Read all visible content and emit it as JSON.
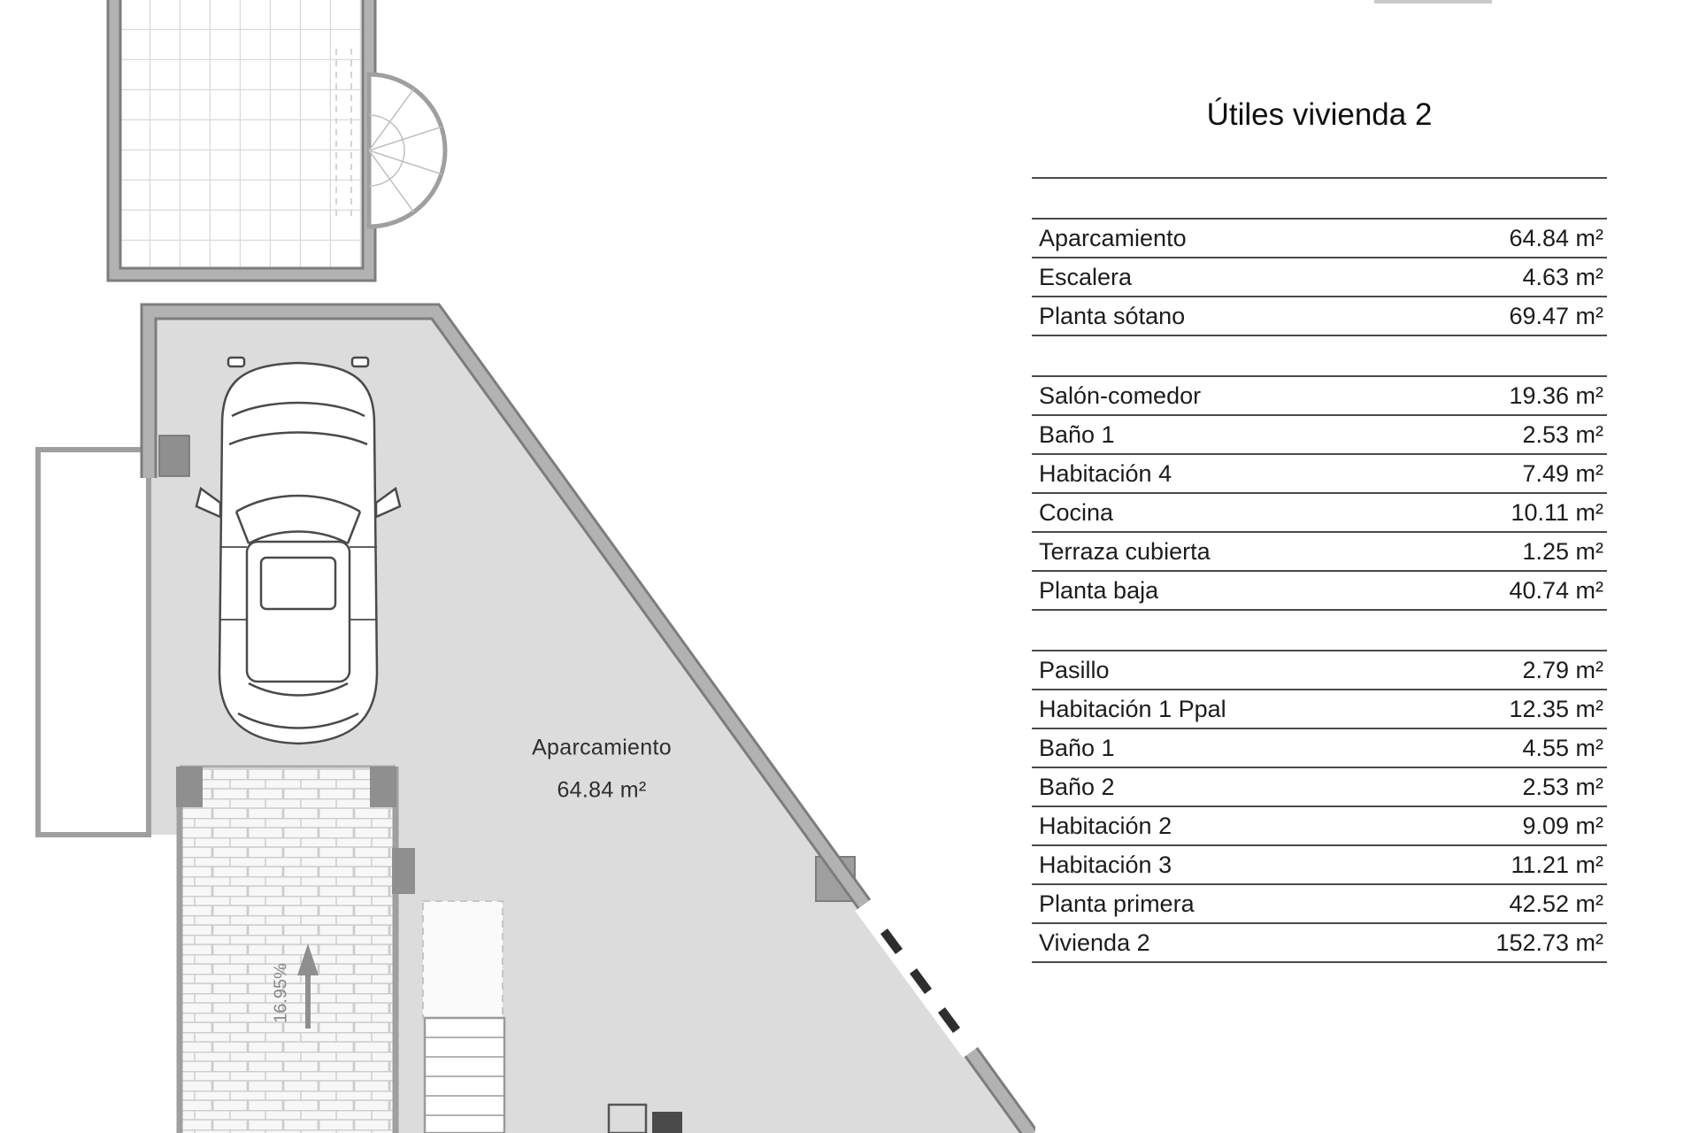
{
  "title": "Útiles vivienda 2",
  "plan": {
    "room_label": "Aparcamiento",
    "room_area": "64.84 m²",
    "ramp_slope": "16.95%"
  },
  "table": {
    "sections": [
      {
        "rows": [
          {
            "label": "Aparcamiento",
            "value": "64.84 m²"
          },
          {
            "label": "Escalera",
            "value": "4.63 m²"
          },
          {
            "label": "Planta sótano",
            "value": "69.47 m²"
          }
        ]
      },
      {
        "rows": [
          {
            "label": "Salón-comedor",
            "value": "19.36 m²"
          },
          {
            "label": "Baño 1",
            "value": "2.53 m²"
          },
          {
            "label": "Habitación 4",
            "value": "7.49 m²"
          },
          {
            "label": "Cocina",
            "value": "10.11 m²"
          },
          {
            "label": "Terraza cubierta",
            "value": "1.25 m²"
          },
          {
            "label": "Planta baja",
            "value": "40.74 m²"
          }
        ]
      },
      {
        "rows": [
          {
            "label": "Pasillo",
            "value": "2.79 m²"
          },
          {
            "label": "Habitación 1 Ppal",
            "value": "12.35 m²"
          },
          {
            "label": "Baño 1",
            "value": "4.55 m²"
          },
          {
            "label": "Baño 2",
            "value": "2.53 m²"
          },
          {
            "label": "Habitación 2",
            "value": "9.09 m²"
          },
          {
            "label": "Habitación 3",
            "value": "11.21 m²"
          },
          {
            "label": "Planta primera",
            "value": "42.52 m²"
          },
          {
            "label": "Vivienda 2",
            "value": "152.73 m²"
          }
        ]
      }
    ]
  },
  "colors": {
    "wall_gray": "#b2b2b2",
    "wall_edge_gray": "#7d7d7d",
    "floor_gray": "#dcdcdc",
    "table_line": "#4a4a4a",
    "ramp_arrow_gray": "#8f8f8f"
  }
}
